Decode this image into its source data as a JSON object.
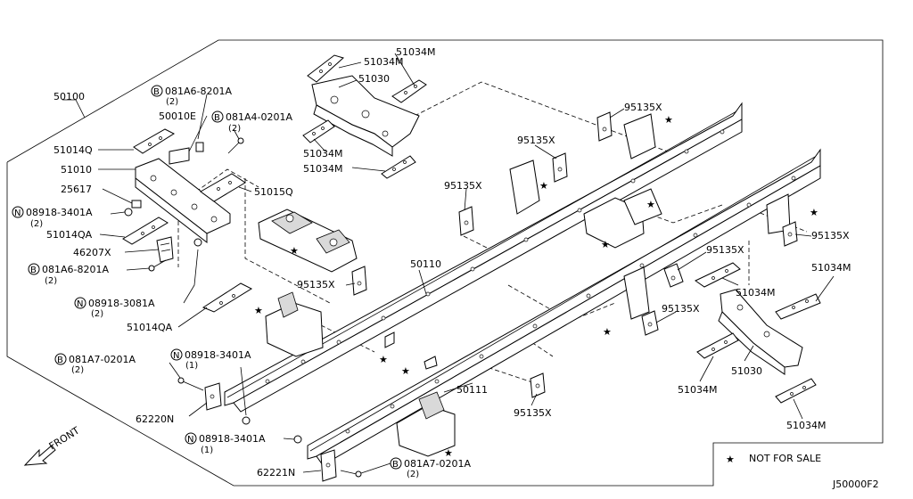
{
  "labels": {
    "frame_assembly": "50100",
    "brkt_51014q": "51014Q",
    "rear_member_51010": "51010",
    "bumper_25617": "25617",
    "nut_n_top": "08918-3401A",
    "nut_n_top_qty": "(2)",
    "brkt_51014qa_left": "51014QA",
    "hook_46207x": "46207X",
    "bolt_b_left": "081A6-8201A",
    "bolt_b_left_qty": "(2)",
    "nut_n_mid": "08918-3081A",
    "nut_n_mid_qty": "(2)",
    "brkt_51014qa_lower": "51014QA",
    "bolt_b_top": "081A6-8201A",
    "bolt_b_top_qty": "(2)",
    "plug_50010e": "50010E",
    "bolt_b_top2": "081A4-0201A",
    "bolt_b_top2_qty": "(2)",
    "brkt_51015q": "51015Q",
    "gusset_top_1": "51034M",
    "gusset_top_2": "51034M",
    "crossmember_top": "51030",
    "gusset_top_3": "51034M",
    "gusset_top_4": "51034M",
    "brkt_95135x_1": "95135X",
    "brkt_95135x_2": "95135X",
    "brkt_95135x_3": "95135X",
    "brkt_95135x_4": "95135X",
    "brkt_95135x_5": "95135X",
    "brkt_95135x_6": "95135X",
    "brkt_95135x_7": "95135X",
    "brkt_95135x_8": "95135X",
    "side_member_lh": "50110",
    "side_member_rh": "50111",
    "gusset_right_1": "51034M",
    "gusset_right_2": "51034M",
    "crossmember_right": "51030",
    "gusset_right_3": "51034M",
    "gusset_right_4": "51034M",
    "bolt_b_low": "081A7-0201A",
    "bolt_b_low_qty": "(2)",
    "nut_n_low": "08918-3401A",
    "nut_n_low_qty": "(1)",
    "hook_62220n": "62220N",
    "nut_n_bottom": "08918-3401A",
    "nut_n_bottom_qty": "(1)",
    "hook_62221n": "62221N",
    "bolt_b_bottom": "081A7-0201A",
    "bolt_b_bottom_qty": "(2)",
    "front_arrow": "FRONT",
    "legend_text": "NOT FOR SALE",
    "diagram_code": "J50000F2",
    "prefix_b": "B",
    "prefix_n": "N"
  }
}
